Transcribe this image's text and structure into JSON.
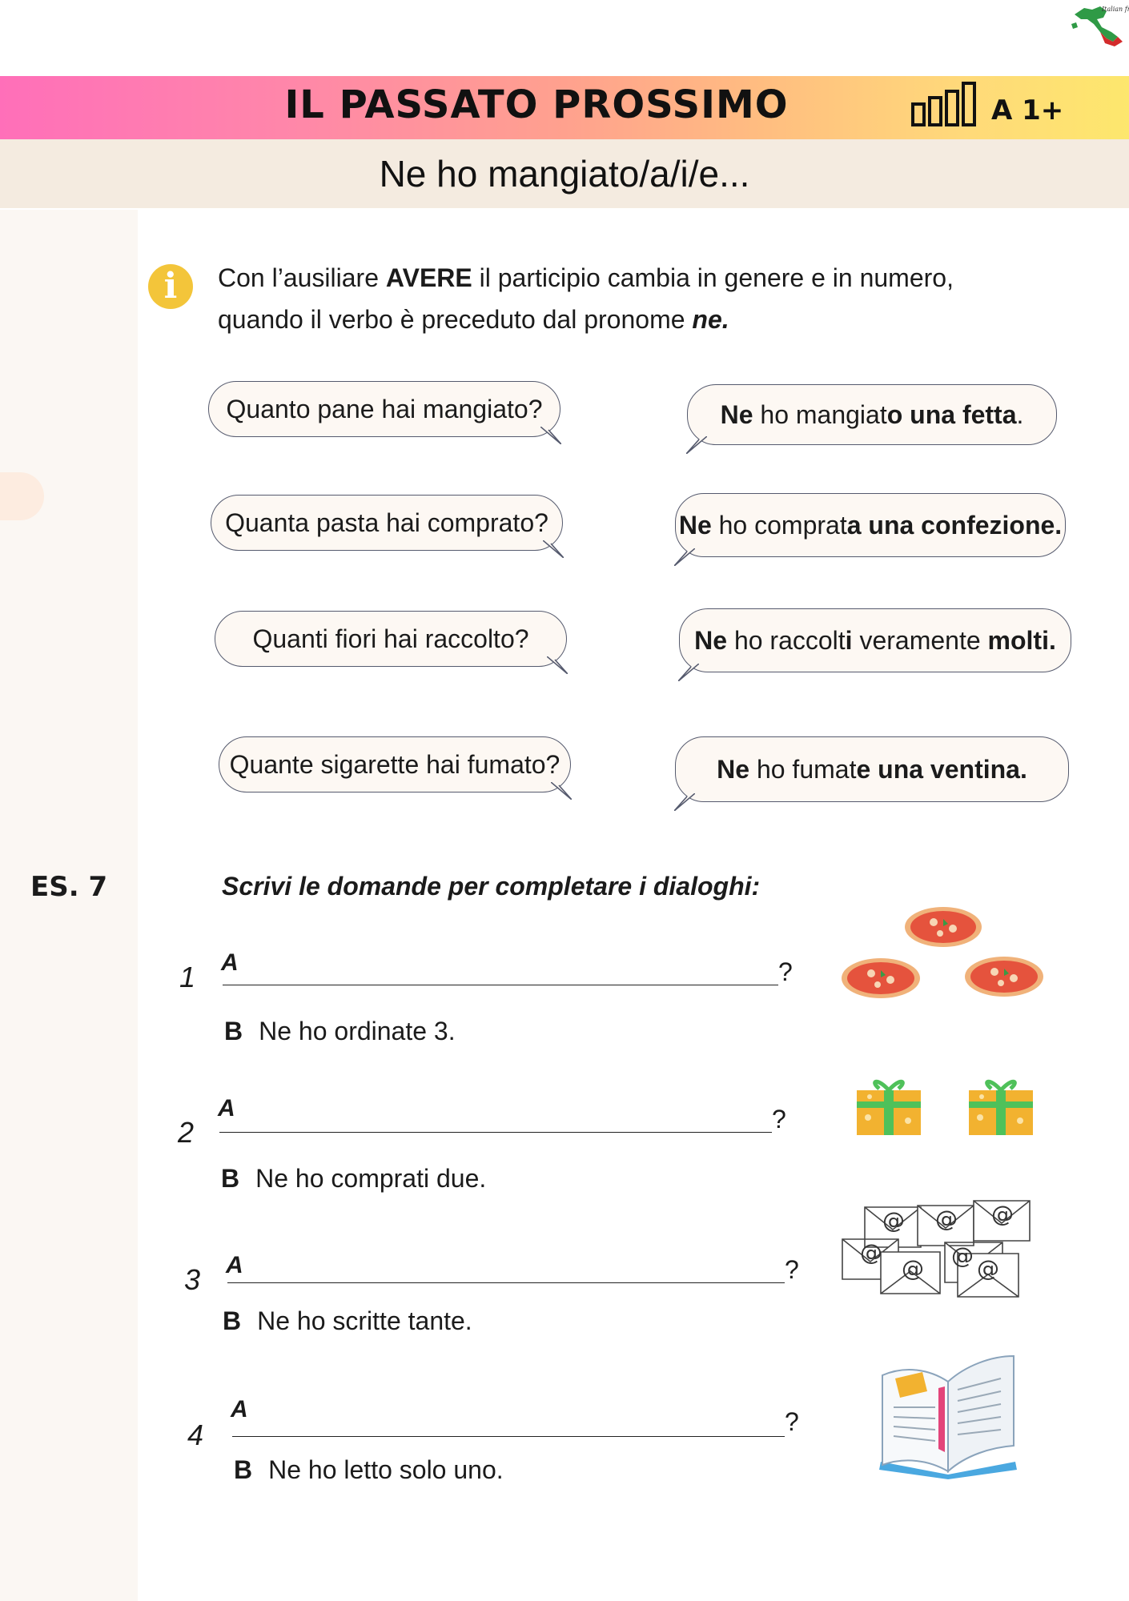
{
  "header": {
    "title": "IL PASSATO PROSSIMO",
    "level": "A 1+",
    "subtitle": "Ne ho mangiato/a/i/e...",
    "logo_text": "Italian from Italy"
  },
  "info": {
    "line1_before": "Con l’ausiliare ",
    "line1_bold": "AVERE",
    "line1_after": " il participio cambia in genere e in numero,",
    "line2_before": "quando il verbo è preceduto dal pronome ",
    "line2_bold": "ne."
  },
  "bubbles": {
    "questions": [
      "Quanto pane hai mangiato?",
      "Quanta pasta hai comprato?",
      "Quanti fiori hai raccolto?",
      "Quante sigarette hai fumato?"
    ],
    "answers": [
      {
        "ne": "Ne",
        "mid": " ho mangiat",
        "ending": "o",
        "rest": " una fetta",
        "tail": "."
      },
      {
        "ne": "Ne",
        "mid": " ho comprat",
        "ending": "a",
        "rest": " una confezione",
        "tail": "."
      },
      {
        "ne": "Ne",
        "mid": " ho raccolt",
        "ending": "i",
        "rest": " veramente ",
        "tail": "molti."
      },
      {
        "ne": "Ne",
        "mid": " ho fumat",
        "ending": "e",
        "rest": " una ventina",
        "tail": "."
      }
    ]
  },
  "exercise": {
    "label": "ES. 7",
    "instruction": "Scrivi le domande per completare i dialoghi:",
    "items": [
      {
        "num": "1",
        "a": "A",
        "qmark": "?",
        "b": "B",
        "answer": "Ne ho ordinate 3.",
        "icon": "pizza-icon"
      },
      {
        "num": "2",
        "a": "A",
        "qmark": "?",
        "b": "B",
        "answer": "Ne ho comprati due.",
        "icon": "gift-icon"
      },
      {
        "num": "3",
        "a": "A",
        "qmark": "?",
        "b": "B",
        "answer": "Ne ho scritte tante.",
        "icon": "email-icon"
      },
      {
        "num": "4",
        "a": "A",
        "qmark": "?",
        "b": "B",
        "answer": "Ne ho letto solo uno.",
        "icon": "book-icon"
      }
    ]
  },
  "colors": {
    "gradient_start": "#ff6fb9",
    "gradient_end": "#fde76d",
    "subtitle_band": "#f4ebe0",
    "info_icon": "#f3c53a",
    "bubble_fill": "#fdf8f3"
  }
}
